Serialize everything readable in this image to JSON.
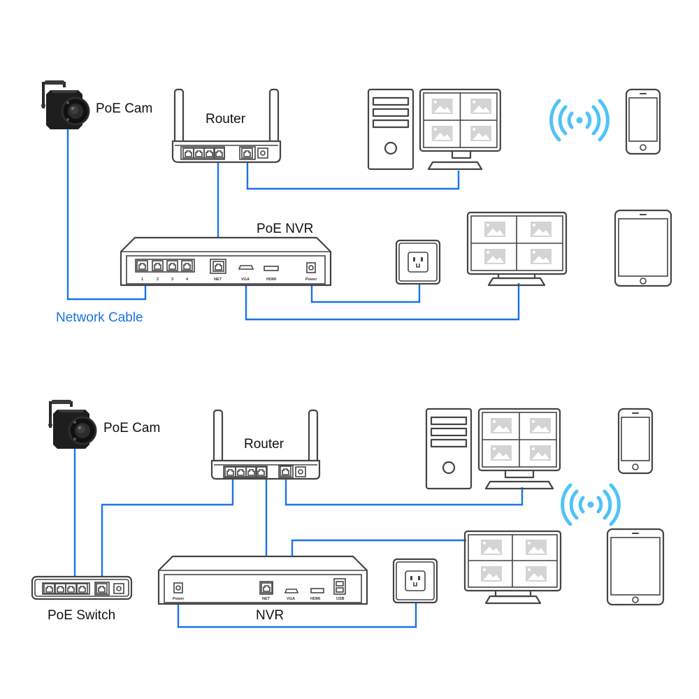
{
  "colors": {
    "cable": "#1a73e8",
    "wifi": "#4fc3f7",
    "device_outline": "#444444",
    "screen_placeholder": "#d4d4d4",
    "camera_body": "#1e1e1e"
  },
  "diagram_top": {
    "title": "PoE NVR setup",
    "camera_label": "PoE Cam",
    "router_label": "Router",
    "nvr_label": "PoE NVR",
    "cable_legend": "Network Cable",
    "nvr_ports": [
      "1",
      "2",
      "3",
      "4",
      "NET",
      "VGA",
      "HDMI",
      "Power"
    ],
    "devices": [
      "PoE Cam",
      "Router",
      "Desktop PC with monitor",
      "Wi-Fi signal",
      "Smartphone",
      "PoE NVR",
      "Power outlet",
      "Monitor",
      "Tablet"
    ]
  },
  "diagram_bottom": {
    "title": "NVR with PoE Switch setup",
    "camera_label": "PoE Cam",
    "router_label": "Router",
    "switch_label": "PoE Switch",
    "nvr_label": "NVR",
    "nvr_ports": [
      "Power",
      "NET",
      "VGA",
      "HDMI",
      "USB"
    ],
    "devices": [
      "PoE Cam",
      "PoE Switch",
      "Router",
      "Desktop PC with monitor",
      "Smartphone",
      "Wi-Fi signal",
      "NVR",
      "Power outlet",
      "Monitor",
      "Tablet"
    ]
  },
  "icons": {
    "camera": "camera-icon",
    "router": "router-icon",
    "nvr": "nvr-icon",
    "switch": "switch-icon",
    "desktop": "desktop-pc-icon",
    "monitor": "monitor-icon",
    "phone": "smartphone-icon",
    "tablet": "tablet-icon",
    "wifi": "wifi-signal-icon",
    "outlet": "power-outlet-icon"
  }
}
